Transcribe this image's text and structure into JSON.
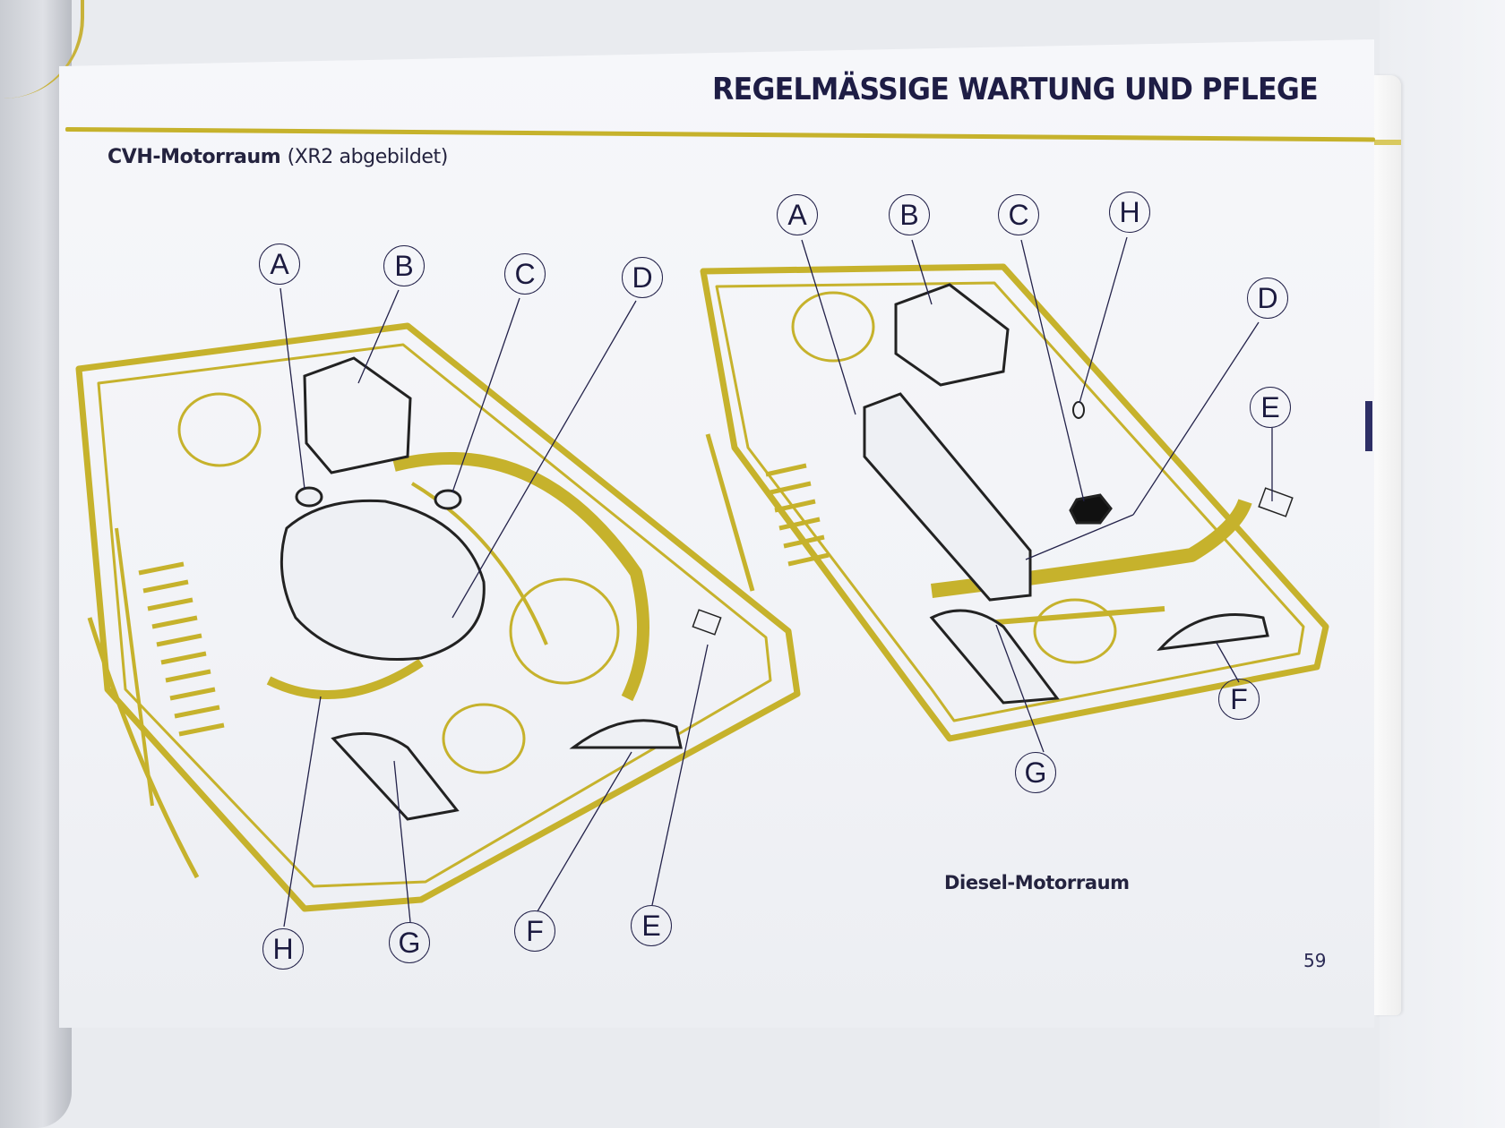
{
  "header": {
    "title": "REGELMÄSSIGE WARTUNG UND PFLEGE"
  },
  "figures": [
    {
      "caption_main": "CVH-Motorraum",
      "caption_paren": "(XR2 abgebildet)",
      "labels": [
        "A",
        "B",
        "C",
        "D",
        "H",
        "G",
        "F",
        "E"
      ]
    },
    {
      "caption_main": "Diesel-Motorraum",
      "labels": [
        "A",
        "B",
        "C",
        "H",
        "D",
        "E",
        "F",
        "G"
      ]
    }
  ],
  "footer": {
    "page_number": "59"
  },
  "colors": {
    "accent_yellow": "#c6b22c",
    "ink": "#1e1d45",
    "tab_marker": "#2e2f66"
  }
}
